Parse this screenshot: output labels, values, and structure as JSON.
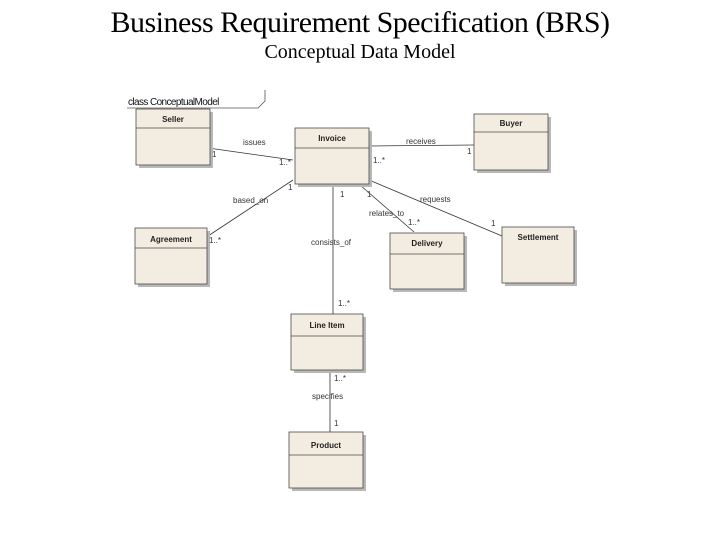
{
  "header": {
    "title": "Business Requirement Specification (BRS)",
    "subtitle": "Conceptual Data Model"
  },
  "diagram": {
    "frame_label": "class ConceptualModel",
    "classes": {
      "seller": "Seller",
      "invoice": "Invoice",
      "buyer": "Buyer",
      "agreement": "Agreement",
      "delivery": "Delivery",
      "settlement": "Settlement",
      "line_item": "Line Item",
      "product": "Product"
    },
    "associations": {
      "issues": "issues",
      "receives": "receives",
      "based_on": "based_on",
      "requests": "requests",
      "relates_to": "relates_to",
      "consists_of": "consists_of",
      "specifies": "specifies"
    },
    "multiplicities": {
      "seller_issues": "1",
      "invoice_issues": "1..*",
      "invoice_receives": "1..*",
      "buyer_receives": "1",
      "invoice_based_on": "1",
      "agreement_based_on": "1..*",
      "invoice_consists_of": "1",
      "invoice_relates_to": "1",
      "delivery_relates_to": "1..*",
      "settlement_requests": "1",
      "line_item_consists_of": "1..*",
      "line_item_specifies": "1..*",
      "product_specifies": "1"
    }
  },
  "colors": {
    "class_fill": "#f3ede1",
    "class_stroke": "#4a4a4a",
    "shadow": "#b8b8b8"
  }
}
